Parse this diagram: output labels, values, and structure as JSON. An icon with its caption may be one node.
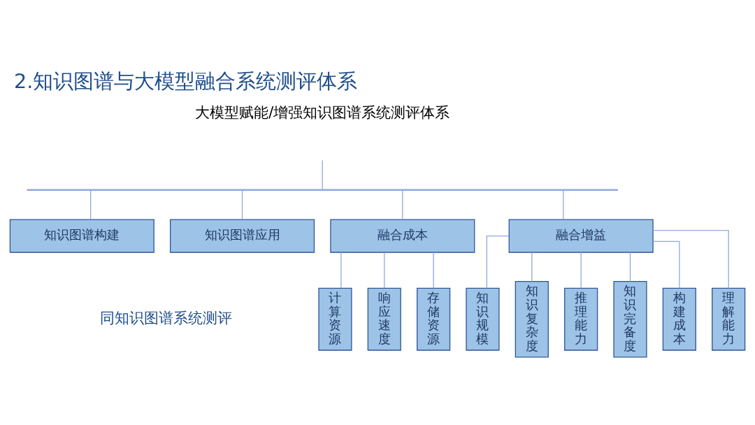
{
  "diagram": {
    "title": "2.知识图谱与大模型融合系统测评体系",
    "nodes": [
      {
        "text": [],
        "shape": "bar"
      },
      {
        "text": [
          "知识图谱构建"
        ]
      },
      {
        "text": [
          "知识图谱应用"
        ]
      },
      {
        "text": [
          "融合成本"
        ]
      },
      {
        "text": [
          "融合增益"
        ]
      },
      {
        "text": [
          "计算资源"
        ]
      },
      {
        "text": [
          "响应速度"
        ]
      },
      {
        "text": [
          "存储资源"
        ]
      },
      {
        "text": [
          "知识规模"
        ]
      },
      {
        "text": [
          "知识复杂度"
        ]
      },
      {
        "text": [
          "推理能力"
        ]
      },
      {
        "text": [
          "知识完备度"
        ]
      },
      {
        "text": [
          "构建成本"
        ]
      },
      {
        "text": [
          "理解能力"
        ]
      }
    ],
    "edges": [
      {
        "from": null,
        "to": 0,
        "arrow": "none"
      },
      {
        "from": 0,
        "to": 1,
        "arrow": "none"
      },
      {
        "from": 0,
        "to": 2,
        "arrow": "none"
      },
      {
        "from": 0,
        "to": 3,
        "arrow": "none"
      },
      {
        "from": 0,
        "to": 4,
        "arrow": "none"
      },
      {
        "from": 3,
        "to": 5,
        "arrow": "none"
      },
      {
        "from": 3,
        "to": 6,
        "arrow": "none"
      },
      {
        "from": 3,
        "to": 7,
        "arrow": "none"
      },
      {
        "from": 4,
        "to": 8,
        "arrow": "none"
      },
      {
        "from": 4,
        "to": 9,
        "arrow": "none"
      },
      {
        "from": 4,
        "to": 10,
        "arrow": "none"
      },
      {
        "from": 4,
        "to": 11,
        "arrow": "none"
      },
      {
        "from": 4,
        "to": 12,
        "arrow": "none"
      },
      {
        "from": 4,
        "to": 13,
        "arrow": "none"
      }
    ],
    "labels": [
      "大模型赋能/增强知识图谱系统测评体系",
      "同知识图谱系统测评"
    ]
  }
}
